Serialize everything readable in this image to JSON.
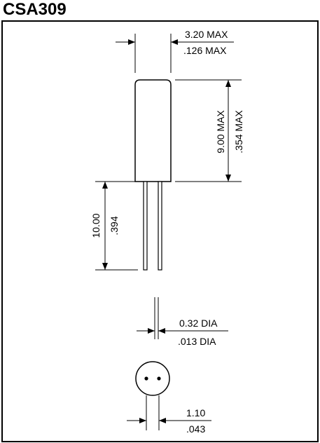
{
  "title": "CSA309",
  "dimensions": {
    "width_mm": "3.20 MAX",
    "width_in": ".126 MAX",
    "height_mm": "9.00 MAX",
    "height_in": ".354 MAX",
    "lead_length_mm": "10.00",
    "lead_length_in": ".394",
    "lead_dia_mm": "0.32 DIA",
    "lead_dia_in": ".013 DIA",
    "lead_spacing_mm": "1.10",
    "lead_spacing_in": ".043"
  }
}
